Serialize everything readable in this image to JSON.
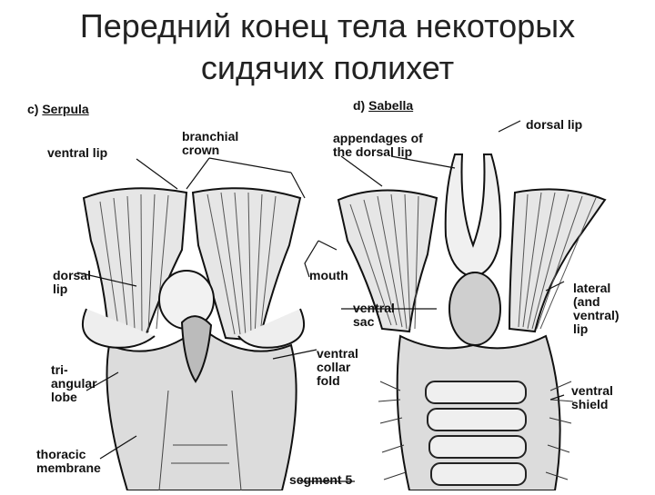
{
  "slide": {
    "title_line1": "Передний конец тела некоторых",
    "title_line2": "сидячих полихет"
  },
  "figure": {
    "panel_c": {
      "letter": "c)",
      "name": "Serpula"
    },
    "panel_d": {
      "letter": "d)",
      "name": "Sabella"
    },
    "labels": {
      "ventral_lip": "ventral lip",
      "branchial_crown": "branchial\ncrown",
      "appendages": "appendages of\nthe dorsal lip",
      "dorsal_lip_right": "dorsal lip",
      "dorsal_lip_left": "dorsal\nlip",
      "mouth": "mouth",
      "ventral_sac": "ventral\nsac",
      "lateral_lip": "lateral\n(and\nventral)\nlip",
      "ventral_collar_fold": "ventral\ncollar\nfold",
      "triangular_lobe": "tri-\nangular\nlobe",
      "ventral_shield": "ventral\nshield",
      "thoracic_membrane": "thoracic\nmembrane",
      "segment_5": "segment 5"
    }
  }
}
